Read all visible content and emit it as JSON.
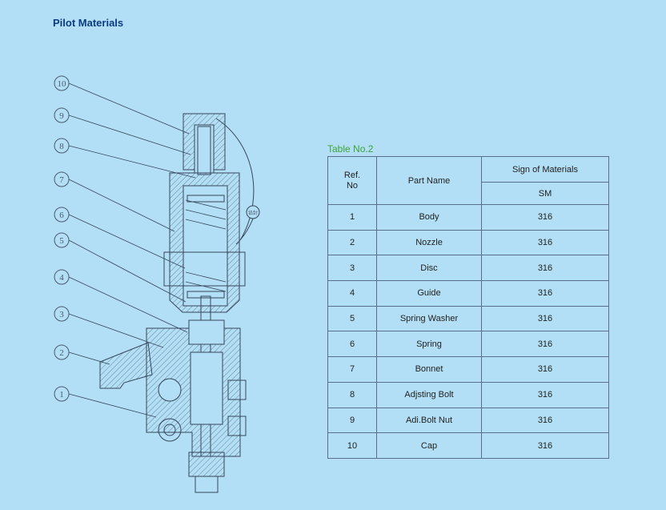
{
  "page": {
    "title": "Pilot Materials"
  },
  "drawing": {
    "callouts": [
      "10",
      "9",
      "8",
      "7",
      "6",
      "5",
      "4",
      "3",
      "2",
      "1"
    ],
    "tag_text": "铅封"
  },
  "table": {
    "caption": "Table No.2",
    "headers": {
      "ref": "Ref.\nNo",
      "part": "Part Name",
      "sign": "Sign of Materials",
      "sm": "SM"
    },
    "rows": [
      {
        "ref": "1",
        "part": "Body",
        "sm": "316"
      },
      {
        "ref": "2",
        "part": "Nozzle",
        "sm": "316"
      },
      {
        "ref": "3",
        "part": "Disc",
        "sm": "316"
      },
      {
        "ref": "4",
        "part": "Guide",
        "sm": "316"
      },
      {
        "ref": "5",
        "part": "Spring Washer",
        "sm": "316"
      },
      {
        "ref": "6",
        "part": "Spring",
        "sm": "316"
      },
      {
        "ref": "7",
        "part": "Bonnet",
        "sm": "316"
      },
      {
        "ref": "8",
        "part": "Adjsting Bolt",
        "sm": "316"
      },
      {
        "ref": "9",
        "part": "Adi.Bolt Nut",
        "sm": "316"
      },
      {
        "ref": "10",
        "part": "Cap",
        "sm": "316"
      }
    ]
  }
}
